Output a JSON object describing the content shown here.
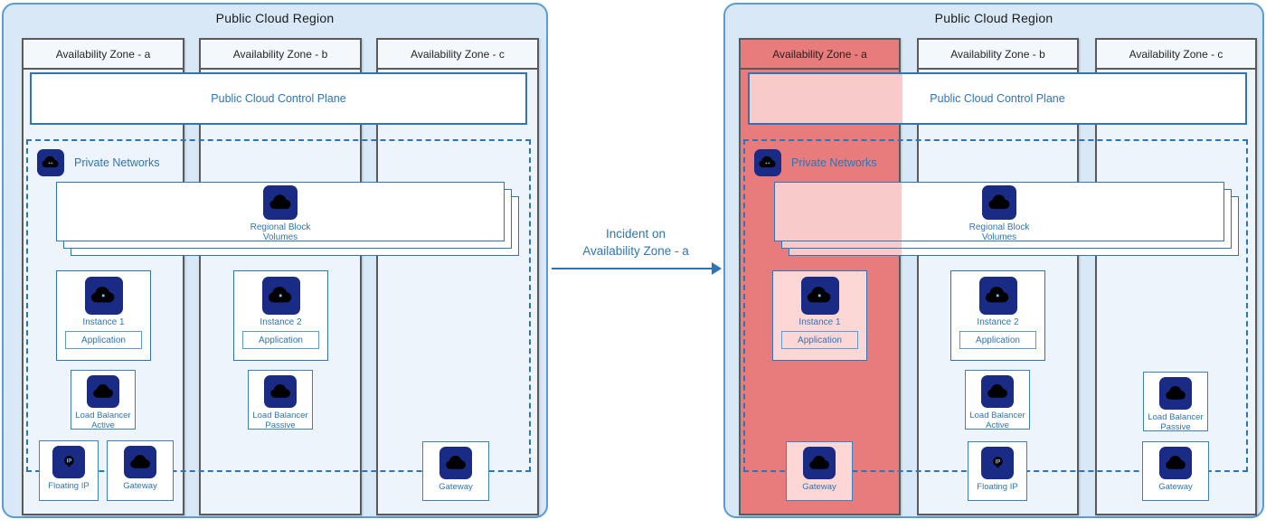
{
  "colors": {
    "accent_blue": "#2e75b6",
    "region_border": "#5b9bd5",
    "region_fill": "#d9e8f7",
    "column_fill": "#edf4fb",
    "column_border": "#5a5a5a",
    "icon_navy": "#1a2b86",
    "incident_red": "#e87c7c",
    "incident_pink": "#fdd6d6",
    "label_blue": "#2e75b6"
  },
  "icons": {
    "private_networks": "network-cloud-icon",
    "regional_block_volumes": "storage-cloud-icon",
    "instance": "compute-cloud-icon",
    "load_balancer": "load-balancer-cloud-icon",
    "floating_ip": "ip-balloon-icon",
    "gateway": "gateway-cloud-icon"
  },
  "incident_arrow": {
    "line1": "Incident on",
    "line2": "Availability Zone - a"
  },
  "left": {
    "region_title": "Public Cloud Region",
    "zones": {
      "a": "Availability Zone - a",
      "b": "Availability Zone - b",
      "c": "Availability Zone - c"
    },
    "control_plane_label": "Public Cloud Control Plane",
    "private_networks_label": "Private Networks",
    "regional_block_volumes_label": "Regional Block Volumes",
    "instance1_label": "Instance 1",
    "instance2_label": "Instance 2",
    "application_label": "Application",
    "lb_active_label": "Load Balancer Active",
    "lb_passive_label": "Load Balancer Passive",
    "floating_ip_label": "Floating IP",
    "gateway_label": "Gateway"
  },
  "right": {
    "region_title": "Public Cloud Region",
    "zones": {
      "a": "Availability Zone - a",
      "b": "Availability Zone - b",
      "c": "Availability Zone - c"
    },
    "control_plane_label": "Public Cloud Control Plane",
    "private_networks_label": "Private Networks",
    "regional_block_volumes_label": "Regional Block Volumes",
    "instance1_label": "Instance 1",
    "instance2_label": "Instance 2",
    "application_label": "Application",
    "lb_active_label": "Load Balancer Active",
    "lb_passive_label": "Load Balancer Passive",
    "floating_ip_label": "Floating IP",
    "gateway_label": "Gateway"
  }
}
